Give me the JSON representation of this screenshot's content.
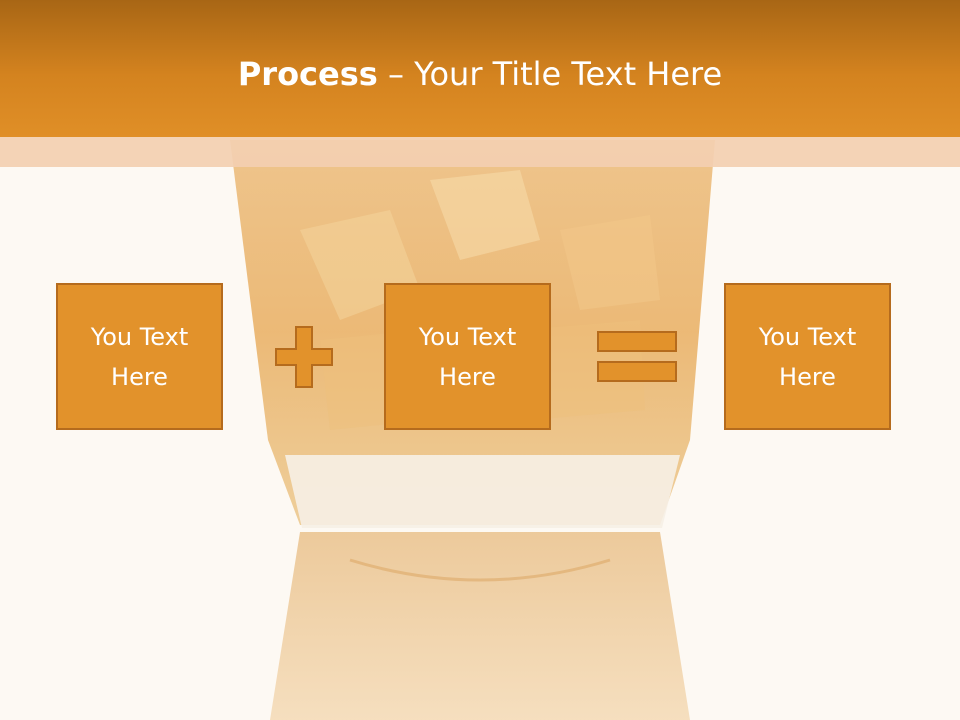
{
  "slide": {
    "title_bold": "Process",
    "title_rest": " – Your Title Text Here"
  },
  "boxes": [
    {
      "label": "You Text\nHere"
    },
    {
      "label": "You Text\nHere"
    },
    {
      "label": "You Text\nHere"
    }
  ],
  "operators": [
    "plus-icon",
    "equals-icon"
  ],
  "colors": {
    "header": "#d4831f",
    "box_fill": "#e2922b",
    "box_border": "#b56b1d",
    "text": "#ffffff",
    "background": "#fdf9f3"
  }
}
